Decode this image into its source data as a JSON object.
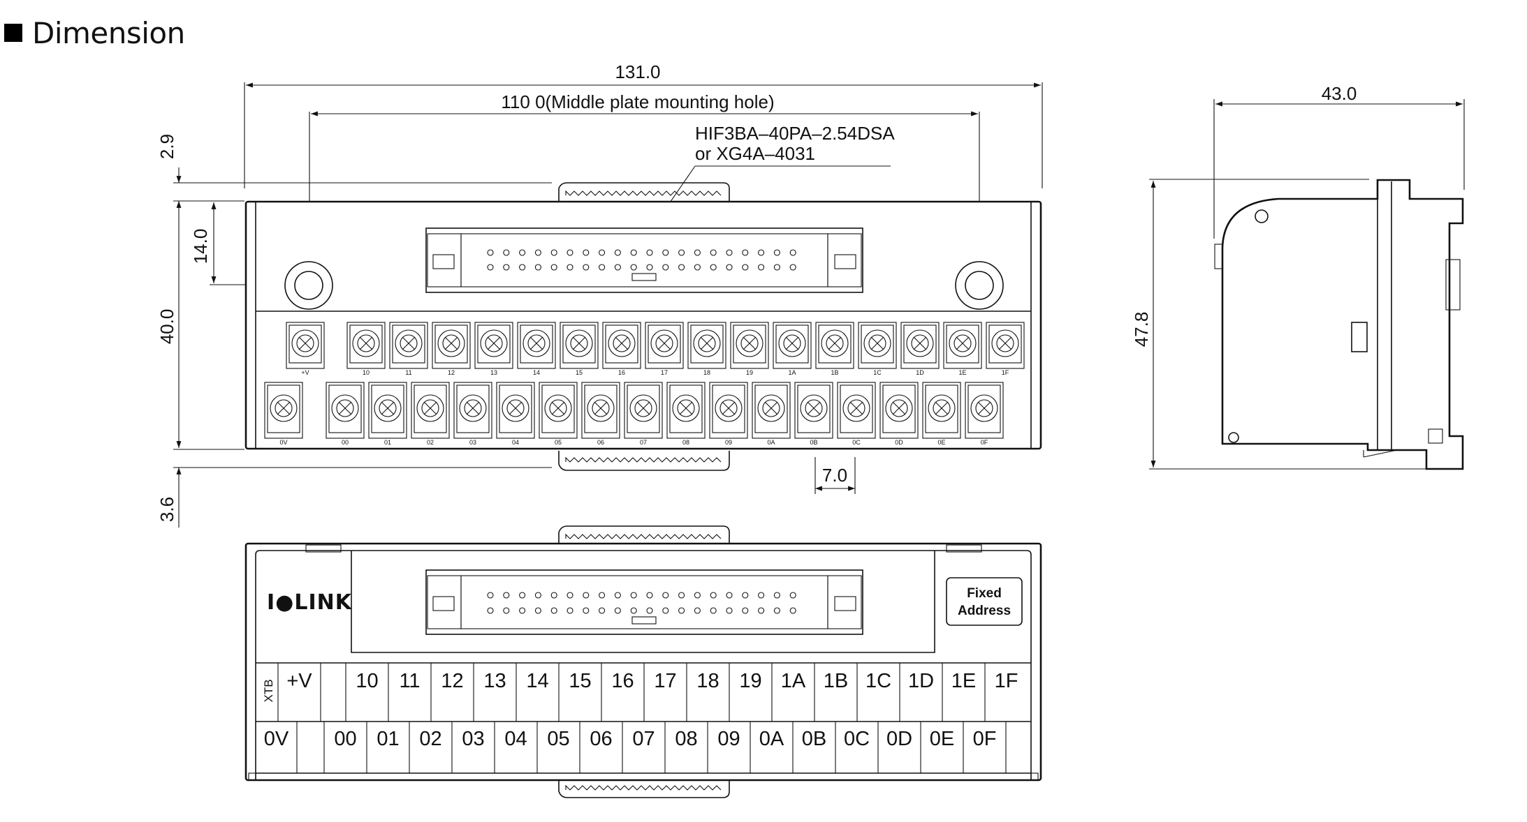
{
  "heading": {
    "title": "Dimension"
  },
  "dimensions": {
    "overall_width": "131.0",
    "mounting_hole": "110 0(Middle plate mounting hole)",
    "top_offset": "2.9",
    "hole_offset": "14.0",
    "body_height": "40.0",
    "bottom_offset": "3.6",
    "pitch": "7.0",
    "side_width": "43.0",
    "side_height": "47.8"
  },
  "connector_callout": {
    "line1": "HIF3BA–40PA–2.54DSA",
    "line2": "or XG4A–4031"
  },
  "top_row_small_labels": [
    "+V",
    "10",
    "11",
    "12",
    "13",
    "14",
    "15",
    "16",
    "17",
    "18",
    "19",
    "1A",
    "1B",
    "1C",
    "1D",
    "1E",
    "1F"
  ],
  "bottom_row_small_labels": [
    "0V",
    "00",
    "01",
    "02",
    "03",
    "04",
    "05",
    "06",
    "07",
    "08",
    "09",
    "0A",
    "0B",
    "0C",
    "0D",
    "0E",
    "0F"
  ],
  "front_panel": {
    "logo": "I●LINK",
    "fixed_address_line1": "Fixed",
    "fixed_address_line2": "Address",
    "xtb_label": "XTB",
    "top_row_labels": [
      "+V",
      "",
      "10",
      "11",
      "12",
      "13",
      "14",
      "15",
      "16",
      "17",
      "18",
      "19",
      "1A",
      "1B",
      "1C",
      "1D",
      "1E",
      "1F"
    ],
    "bottom_row_labels": [
      "0V",
      "",
      "00",
      "01",
      "02",
      "03",
      "04",
      "05",
      "06",
      "07",
      "08",
      "09",
      "0A",
      "0B",
      "0C",
      "0D",
      "0E",
      "0F"
    ]
  }
}
